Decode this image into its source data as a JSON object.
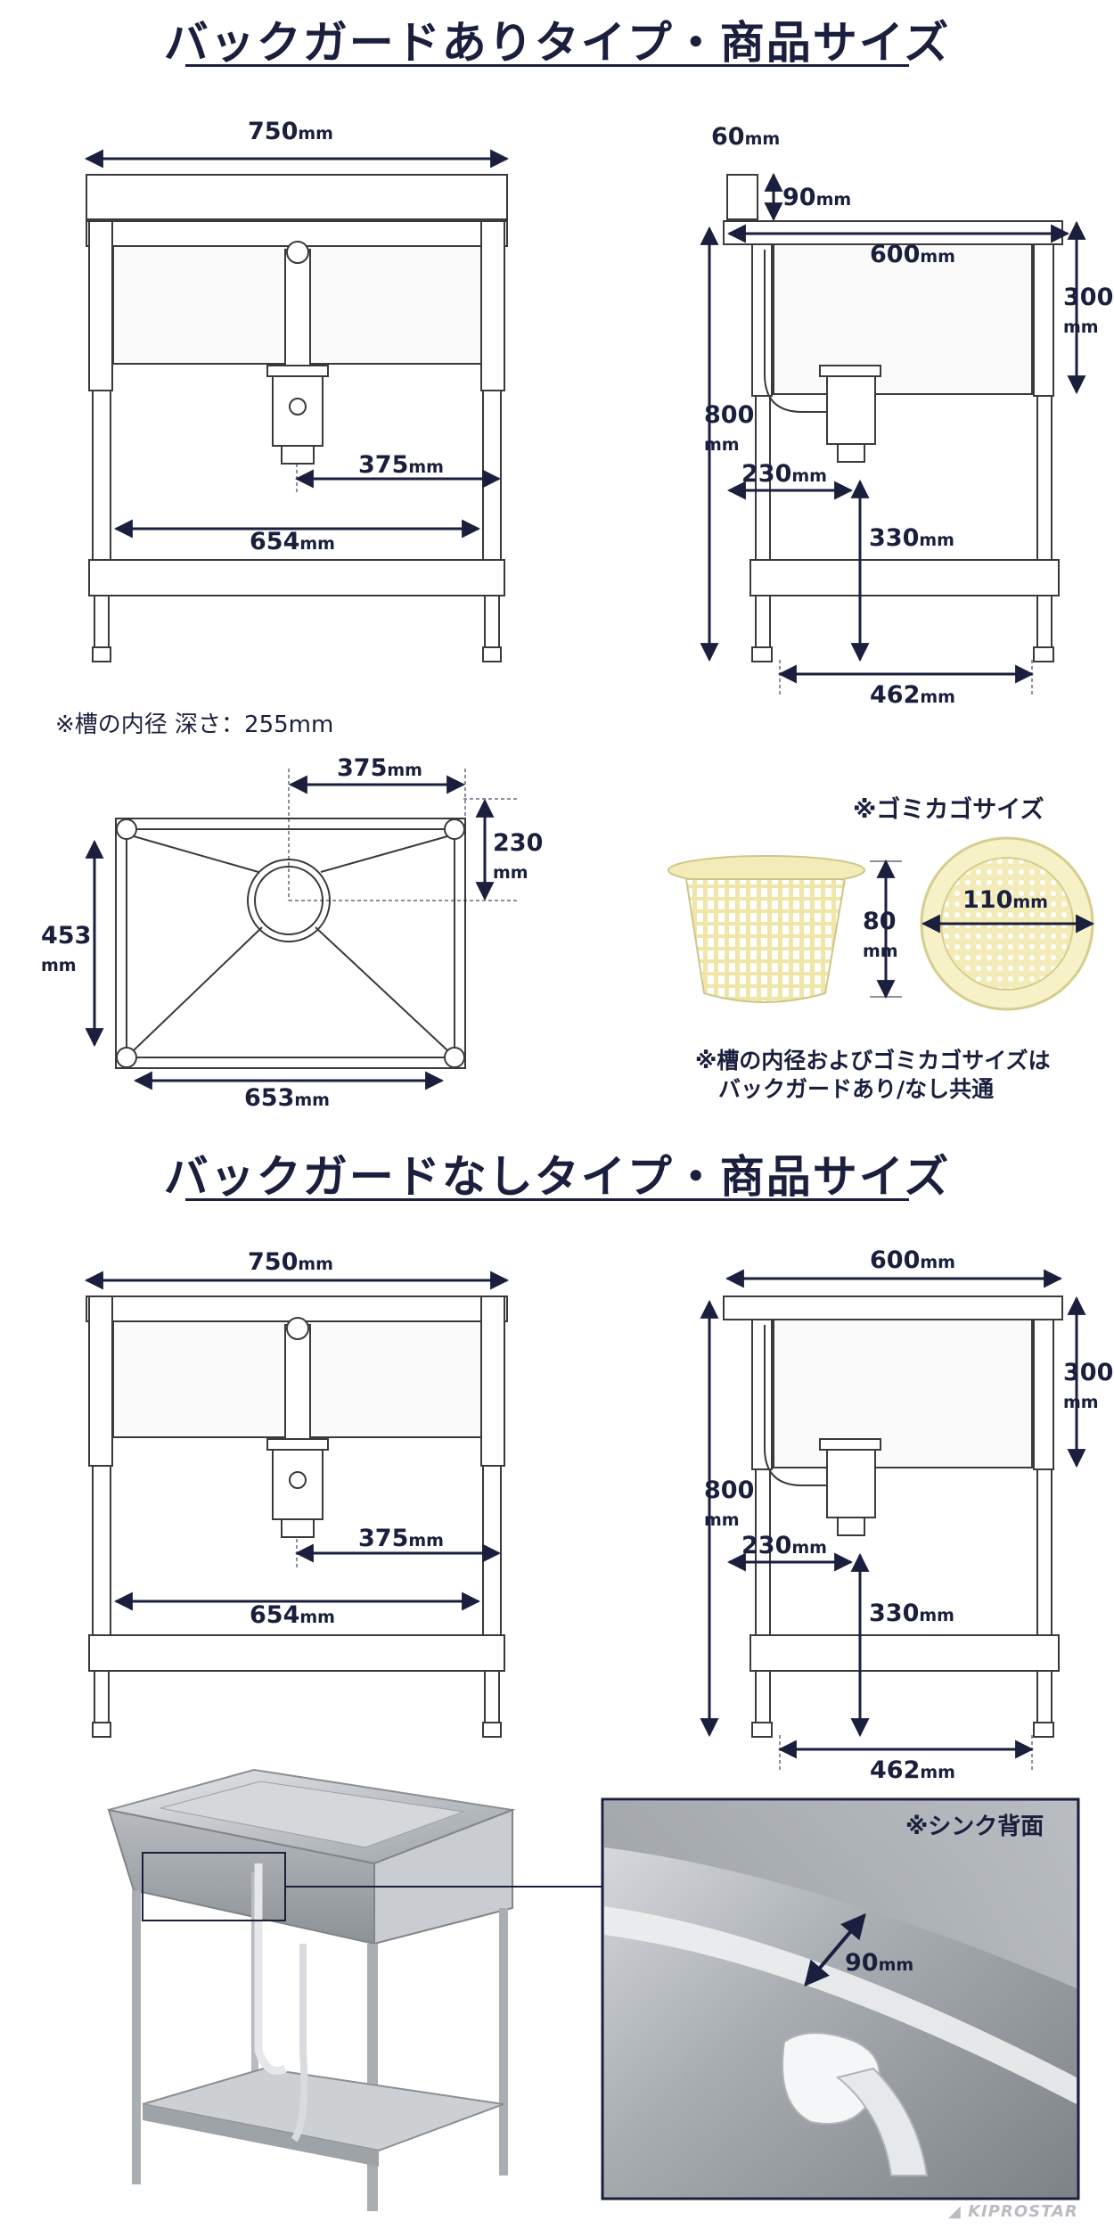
{
  "titles": {
    "with_backguard": "バックガードありタイプ・商品サイズ",
    "without_backguard": "バックガードなしタイプ・商品サイズ"
  },
  "unit": "mm",
  "with_backguard": {
    "front_width": "750",
    "front_leg_span": "654",
    "front_drain_offset": "375",
    "side_guard_width": "60",
    "side_guard_height": "90",
    "side_depth": "600",
    "side_basin_height": "300",
    "side_total_height": "800",
    "side_drain_offset": "230",
    "side_shelf_height": "330",
    "side_leg_span": "462"
  },
  "basin_note": "※槽の内径 深さ：255mm",
  "top_view": {
    "drain_x": "375",
    "drain_y": "230",
    "inner_depth": "453",
    "inner_width": "653"
  },
  "basket": {
    "label": "※ゴミカゴサイズ",
    "height": "80",
    "diameter": "110",
    "note_line1": "※槽の内径およびゴミカゴサイズは",
    "note_line2": "バックガードあり/なし共通"
  },
  "without_backguard": {
    "front_width": "750",
    "front_leg_span": "654",
    "front_drain_offset": "375",
    "side_depth": "600",
    "side_basin_height": "300",
    "side_total_height": "800",
    "side_drain_offset": "230",
    "side_shelf_height": "330",
    "side_leg_span": "462"
  },
  "rear_detail": {
    "label": "※シンク背面",
    "gap": "90"
  },
  "brand": "KIPROSTAR",
  "colors": {
    "navy": "#1a1f3d",
    "line": "#3a3a3a",
    "steel": "#c8cacc",
    "basket": "#f3ecb8"
  }
}
